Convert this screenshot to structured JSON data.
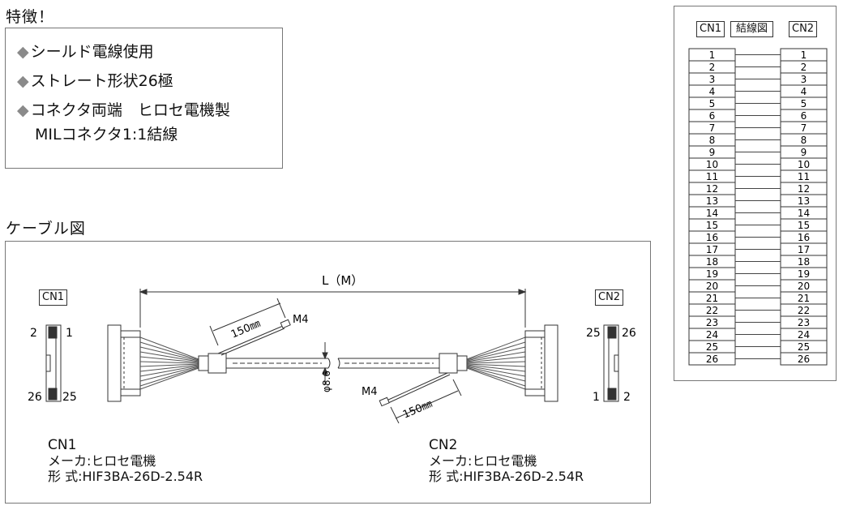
{
  "features": {
    "heading": "特徴！",
    "bullet": "◆",
    "items": [
      "シールド電線使用",
      "ストレート形状26極",
      "コネクタ両端　ヒロセ電機製",
      "MILコネクタ1:1結線"
    ]
  },
  "cable": {
    "heading": "ケーブル図",
    "length_label": "L（M）",
    "drain_length": "150㎜",
    "terminal": "M4",
    "diameter": "φ8.6",
    "cn1_tag": "CN1",
    "cn2_tag": "CN2",
    "cn1_pins": {
      "top_left": "2",
      "top_right": "1",
      "bottom_left": "26",
      "bottom_right": "25"
    },
    "cn2_pins": {
      "top_left": "25",
      "top_right": "26",
      "bottom_left": "1",
      "bottom_right": "2"
    },
    "cn1_info": {
      "name": "CN1",
      "maker": "メーカ:ヒロセ電機",
      "model": "形 式:HIF3BA-26D-2.54R"
    },
    "cn2_info": {
      "name": "CN2",
      "maker": "メーカ:ヒロセ電機",
      "model": "形 式:HIF3BA-26D-2.54R"
    }
  },
  "wiring": {
    "left_header": "CN1",
    "center_header": "結線図",
    "right_header": "CN2",
    "pins": [
      "1",
      "2",
      "3",
      "4",
      "5",
      "6",
      "7",
      "8",
      "9",
      "10",
      "11",
      "12",
      "13",
      "14",
      "15",
      "16",
      "17",
      "18",
      "19",
      "20",
      "21",
      "22",
      "23",
      "24",
      "25",
      "26"
    ]
  }
}
